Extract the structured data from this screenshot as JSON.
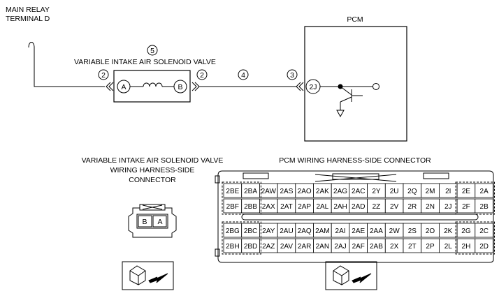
{
  "labels": {
    "main_relay_line1": "MAIN RELAY",
    "main_relay_line2": "TERMINAL D",
    "pcm": "PCM",
    "solenoid_valve": "VARIABLE INTAKE AIR SOLENOID VALVE",
    "valve_connector_line1": "VARIABLE INTAKE AIR SOLENOID VALVE",
    "valve_connector_line2": "WIRING HARNESS-SIDE",
    "valve_connector_line3": "CONNECTOR",
    "pcm_connector": "PCM WIRING HARNESS-SIDE CONNECTOR"
  },
  "callouts": {
    "step5": "5",
    "step2_left": "2",
    "step2_right": "2",
    "step4": "4",
    "step3": "3"
  },
  "terminals": {
    "valve_a": "A",
    "valve_b": "B",
    "pcm_2j": "2J"
  },
  "valve_connector_pins": [
    "B",
    "A"
  ],
  "pcm_connector": {
    "upper_rows": [
      [
        "2BE",
        "2BA",
        "2AW",
        "2AS",
        "2AO",
        "2AK",
        "2AG",
        "2AC",
        "2Y",
        "2U",
        "2Q",
        "2M",
        "2I",
        "2E",
        "2A"
      ],
      [
        "2BF",
        "2BB",
        "2AX",
        "2AT",
        "2AP",
        "2AL",
        "2AH",
        "2AD",
        "2Z",
        "2V",
        "2R",
        "2N",
        "2J",
        "2F",
        "2B"
      ]
    ],
    "lower_rows": [
      [
        "2BG",
        "2BC",
        "2AY",
        "2AU",
        "2AQ",
        "2AM",
        "2AI",
        "2AE",
        "2AA",
        "2W",
        "2S",
        "2O",
        "2K",
        "2G",
        "2C"
      ],
      [
        "2BH",
        "2BD",
        "2AZ",
        "2AV",
        "2AR",
        "2AN",
        "2AJ",
        "2AF",
        "2AB",
        "2X",
        "2T",
        "2P",
        "2L",
        "2H",
        "2D"
      ]
    ]
  }
}
